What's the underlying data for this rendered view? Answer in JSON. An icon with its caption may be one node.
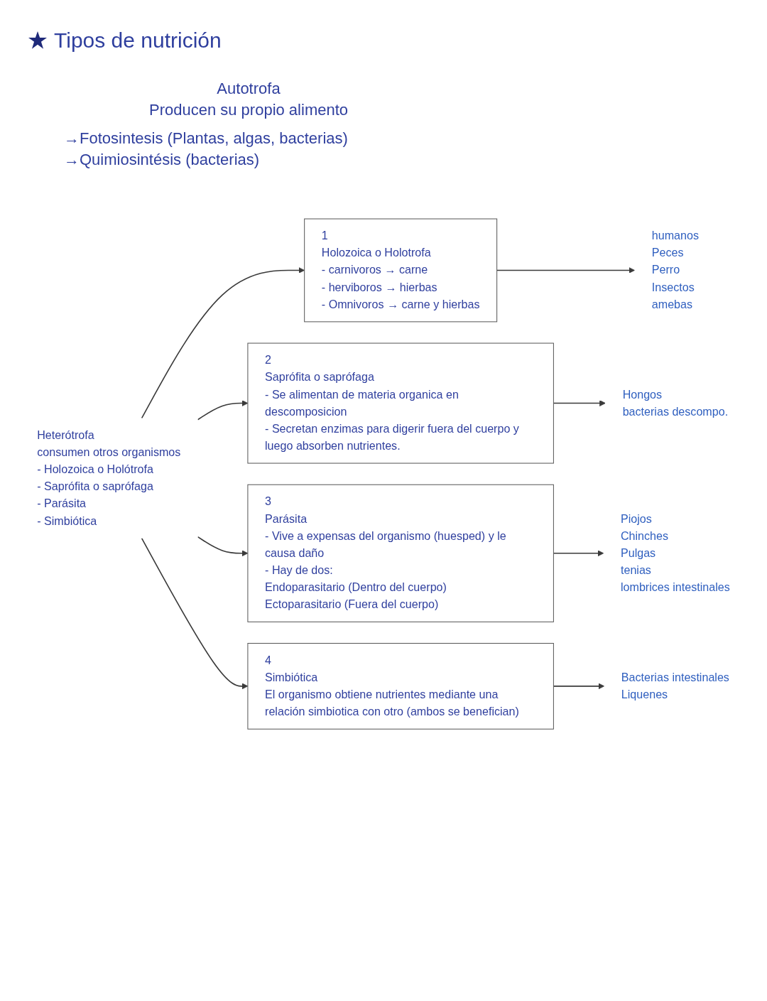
{
  "diagram": {
    "title": "Tipos de nutrición",
    "nodes": [
      {
        "text": [
          "Heterótrofa",
          "consumen otros organismos",
          "- Holozoica o Holótrofa",
          "- Saprófita o saprófaga",
          "- Parásita",
          "- Simbiótica"
        ]
      },
      {
        "text": [
          "1",
          "Holozoica o Holotrofa",
          "- carnivoros → carne",
          "- herviboros → hierbas",
          "- Omnivoros → carne y hierbas"
        ]
      },
      {
        "text": [
          "humanos",
          "Peces",
          "Perro",
          "Insectos",
          "amebas"
        ]
      },
      {
        "text": [
          "2",
          "Saprófita o saprófaga",
          "- Se alimentan de materia organica en descomposicion",
          "- Secretan enzimas para digerir fuera del cuerpo y luego absorben nutrientes."
        ]
      },
      {
        "text": [
          "Hongos",
          "bacterias descompo."
        ]
      },
      {
        "text": [
          "3",
          "Parásita",
          "- Vive a expensas del organismo (huesped) y le causa daño",
          "- Hay de dos:",
          "Endoparasitario (Dentro del cuerpo)",
          "Ectoparasitario (Fuera del cuerpo)"
        ]
      },
      {
        "text": [
          "Piojos",
          "Chinches",
          "Pulgas",
          "tenias",
          "lombrices intestinales"
        ]
      },
      {
        "text": [
          "4",
          "Simbiótica",
          "El organismo obtiene nutrientes mediante una relación simbiotica con otro (ambos se benefician)"
        ]
      },
      {
        "text": [
          "Bacterias intestinales",
          "Liquenes"
        ]
      }
    ],
    "edges": [
      {
        "from": 0,
        "to": 1,
        "arrow": "to"
      },
      {
        "from": 0,
        "to": 3,
        "arrow": "to"
      },
      {
        "from": 0,
        "to": 5,
        "arrow": "to"
      },
      {
        "from": 0,
        "to": 7,
        "arrow": "to"
      },
      {
        "from": 1,
        "to": 2,
        "arrow": "to"
      },
      {
        "from": 3,
        "to": 4,
        "arrow": "to"
      },
      {
        "from": 5,
        "to": 6,
        "arrow": "to"
      },
      {
        "from": 7,
        "to": 8,
        "arrow": "to"
      }
    ],
    "labels": [
      "Autotrofa",
      "Producen su propio alimento",
      "→Fotosintesis (Plantas, algas, bacterias)",
      "→Quimiosintésis (bacterias)"
    ]
  }
}
